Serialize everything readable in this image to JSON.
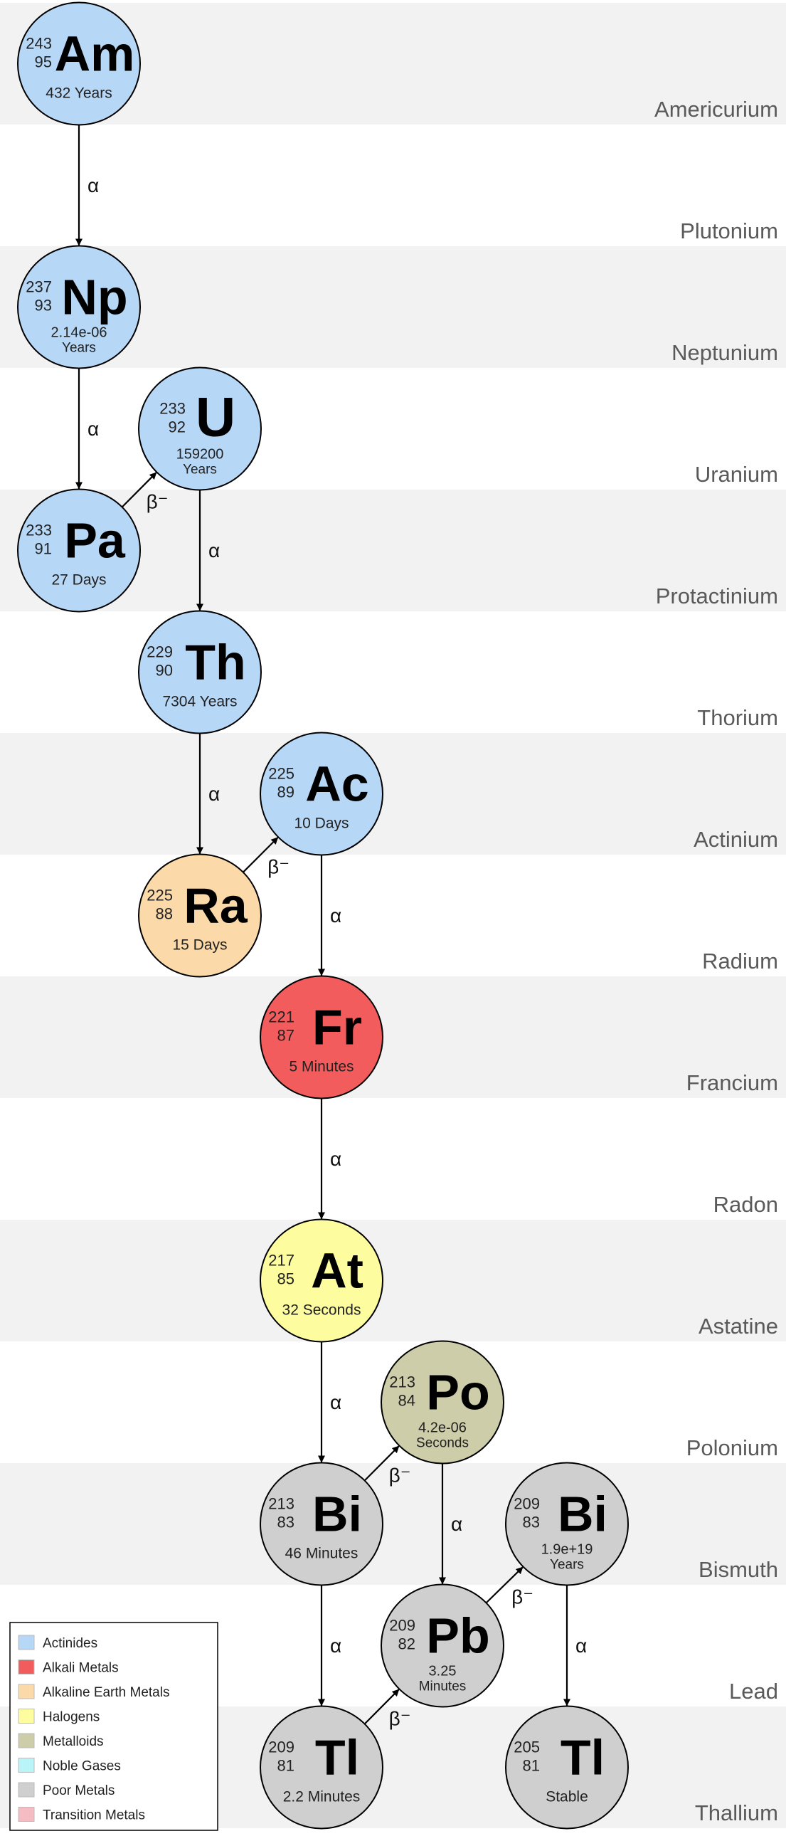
{
  "colors": {
    "Actinides": "#b7d7f7",
    "Alkali Metals": "#f25c5c",
    "Alkaline Earth Metals": "#fbd9a8",
    "Halogens": "#fdfda0",
    "Metalloids": "#cdcdaa",
    "Noble Gases": "#b8f4f8",
    "Poor Metals": "#cfcfcf",
    "Transition Metals": "#f6bcc4",
    "band": "#f2f2f2",
    "label": "#5a5a5a"
  },
  "rows": [
    "Americurium",
    "Plutonium",
    "Neptunium",
    "Uranium",
    "Protactinium",
    "Thorium",
    "Actinium",
    "Radium",
    "Francium",
    "Radon",
    "Astatine",
    "Polonium",
    "Bismuth",
    "Lead",
    "Thallium"
  ],
  "nodes": [
    {
      "id": "am",
      "symbol": "Am",
      "mass": "243",
      "z": "95",
      "half": [
        "432 Years"
      ],
      "cat": "Actinides",
      "row": 0,
      "col": 0
    },
    {
      "id": "np",
      "symbol": "Np",
      "mass": "237",
      "z": "93",
      "half": [
        "2.14e-06",
        "Years"
      ],
      "cat": "Actinides",
      "row": 2,
      "col": 0
    },
    {
      "id": "u",
      "symbol": "U",
      "mass": "233",
      "z": "92",
      "half": [
        "159200",
        "Years"
      ],
      "cat": "Actinides",
      "row": 3,
      "col": 1
    },
    {
      "id": "pa",
      "symbol": "Pa",
      "mass": "233",
      "z": "91",
      "half": [
        "27 Days"
      ],
      "cat": "Actinides",
      "row": 4,
      "col": 0
    },
    {
      "id": "th",
      "symbol": "Th",
      "mass": "229",
      "z": "90",
      "half": [
        "7304 Years"
      ],
      "cat": "Actinides",
      "row": 5,
      "col": 1
    },
    {
      "id": "ac",
      "symbol": "Ac",
      "mass": "225",
      "z": "89",
      "half": [
        "10 Days"
      ],
      "cat": "Actinides",
      "row": 6,
      "col": 2
    },
    {
      "id": "ra",
      "symbol": "Ra",
      "mass": "225",
      "z": "88",
      "half": [
        "15 Days"
      ],
      "cat": "Alkaline Earth Metals",
      "row": 7,
      "col": 1
    },
    {
      "id": "fr",
      "symbol": "Fr",
      "mass": "221",
      "z": "87",
      "half": [
        "5 Minutes"
      ],
      "cat": "Alkali Metals",
      "row": 8,
      "col": 2
    },
    {
      "id": "at",
      "symbol": "At",
      "mass": "217",
      "z": "85",
      "half": [
        "32 Seconds"
      ],
      "cat": "Halogens",
      "row": 10,
      "col": 2
    },
    {
      "id": "po",
      "symbol": "Po",
      "mass": "213",
      "z": "84",
      "half": [
        "4.2e-06",
        "Seconds"
      ],
      "cat": "Metalloids",
      "row": 11,
      "col": 3
    },
    {
      "id": "bi213",
      "symbol": "Bi",
      "mass": "213",
      "z": "83",
      "half": [
        "46 Minutes"
      ],
      "cat": "Poor Metals",
      "row": 12,
      "col": 2
    },
    {
      "id": "bi209",
      "symbol": "Bi",
      "mass": "209",
      "z": "83",
      "half": [
        "1.9e+19",
        "Years"
      ],
      "cat": "Poor Metals",
      "row": 12,
      "col": 4
    },
    {
      "id": "pb",
      "symbol": "Pb",
      "mass": "209",
      "z": "82",
      "half": [
        "3.25",
        "Minutes"
      ],
      "cat": "Poor Metals",
      "row": 13,
      "col": 3
    },
    {
      "id": "tl209",
      "symbol": "Tl",
      "mass": "209",
      "z": "81",
      "half": [
        "2.2 Minutes"
      ],
      "cat": "Poor Metals",
      "row": 14,
      "col": 2
    },
    {
      "id": "tl205",
      "symbol": "Tl",
      "mass": "205",
      "z": "81",
      "half": [
        "Stable"
      ],
      "cat": "Poor Metals",
      "row": 14,
      "col": 4
    }
  ],
  "edges": [
    {
      "from": "am",
      "to": "np",
      "label": "α"
    },
    {
      "from": "np",
      "to": "pa",
      "label": "α"
    },
    {
      "from": "pa",
      "to": "u",
      "label": "β⁻"
    },
    {
      "from": "u",
      "to": "th",
      "label": "α"
    },
    {
      "from": "th",
      "to": "ra",
      "label": "α"
    },
    {
      "from": "ra",
      "to": "ac",
      "label": "β⁻"
    },
    {
      "from": "ac",
      "to": "fr",
      "label": "α"
    },
    {
      "from": "fr",
      "to": "at",
      "label": "α"
    },
    {
      "from": "at",
      "to": "bi213",
      "label": "α"
    },
    {
      "from": "bi213",
      "to": "po",
      "label": "β⁻"
    },
    {
      "from": "bi213",
      "to": "tl209",
      "label": "α"
    },
    {
      "from": "po",
      "to": "pb",
      "label": "α"
    },
    {
      "from": "tl209",
      "to": "pb",
      "label": "β⁻"
    },
    {
      "from": "pb",
      "to": "bi209",
      "label": "β⁻"
    },
    {
      "from": "bi209",
      "to": "tl205",
      "label": "α"
    }
  ],
  "legend": [
    "Actinides",
    "Alkali Metals",
    "Alkaline Earth Metals",
    "Halogens",
    "Metalloids",
    "Noble Gases",
    "Poor Metals",
    "Transition Metals"
  ]
}
